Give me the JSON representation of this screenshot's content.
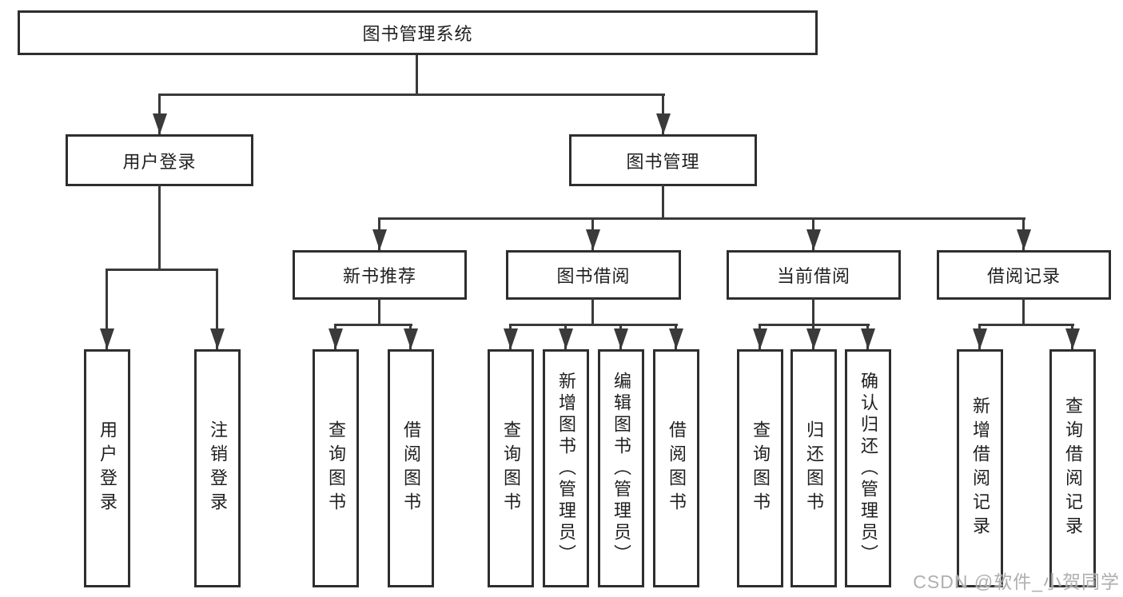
{
  "diagram": {
    "root": {
      "label": "图书管理系统"
    },
    "level2": [
      {
        "label": "用户登录"
      },
      {
        "label": "图书管理"
      }
    ],
    "level3": [
      {
        "label": "新书推荐",
        "parent": "图书管理"
      },
      {
        "label": "图书借阅",
        "parent": "图书管理"
      },
      {
        "label": "当前借阅",
        "parent": "图书管理"
      },
      {
        "label": "借阅记录",
        "parent": "图书管理"
      }
    ],
    "leaves": {
      "user_login": [
        {
          "label": "用户登录"
        },
        {
          "label": "注销登录"
        }
      ],
      "new_books": [
        {
          "label": "查询图书"
        },
        {
          "label": "借阅图书"
        }
      ],
      "book_borrow": [
        {
          "label": "查询图书"
        },
        {
          "label": "新增图书（管理员）"
        },
        {
          "label": "编辑图书（管理员）"
        },
        {
          "label": "借阅图书"
        }
      ],
      "current_borrow": [
        {
          "label": "查询图书"
        },
        {
          "label": "归还图书"
        },
        {
          "label": "确认归还（管理员）"
        }
      ],
      "borrow_records": [
        {
          "label": "新增借阅记录"
        },
        {
          "label": "查询借阅记录"
        }
      ]
    }
  },
  "watermark": {
    "text": "CSDN @软件_小贺同学"
  },
  "colors": {
    "line": "#3a3a3a",
    "box_border": "#2e2e2e",
    "box_background": "#ffffff",
    "text": "#1f1f1f",
    "watermark": "#a8a8a8",
    "page_background": "#ffffff"
  }
}
